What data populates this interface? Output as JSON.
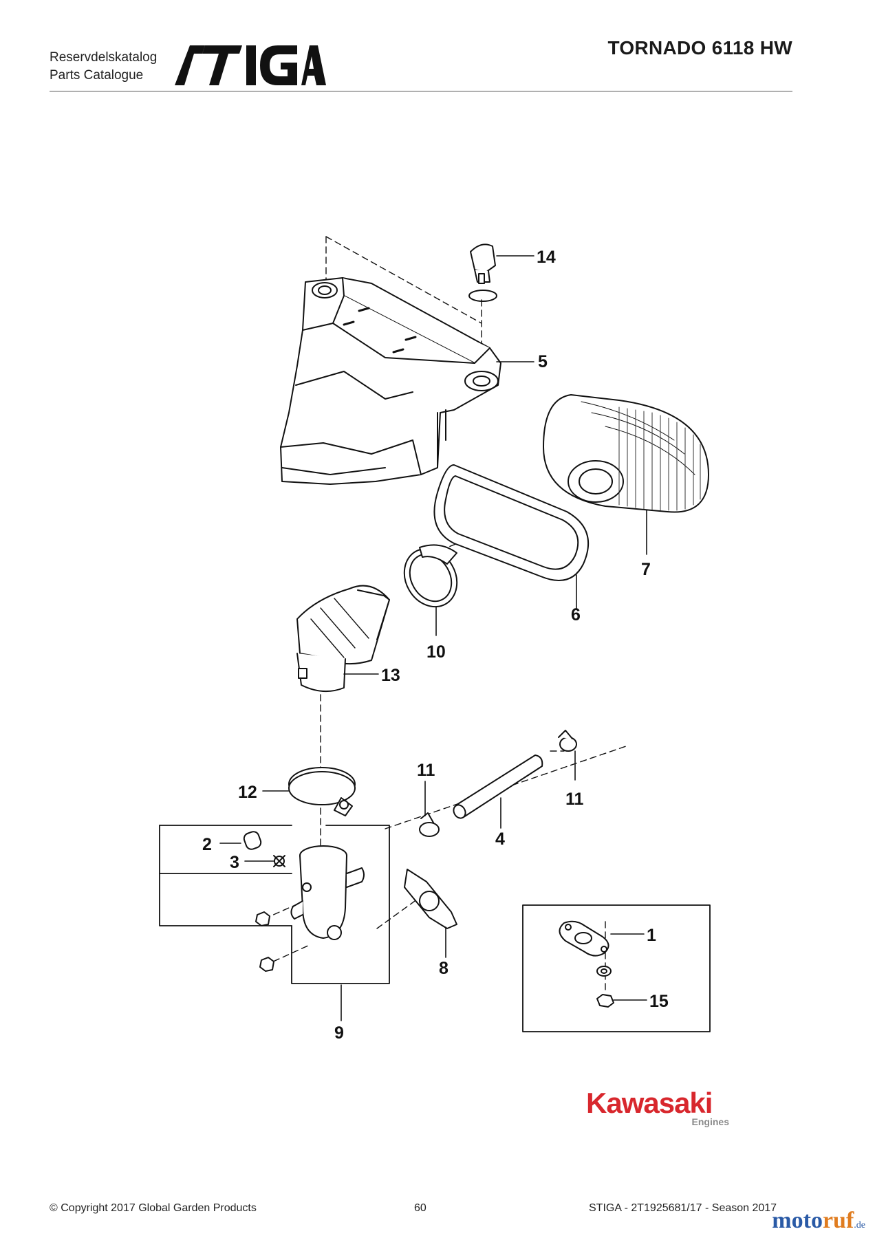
{
  "header": {
    "subtitle_line1": "Reservdelskatalog",
    "subtitle_line2": "Parts Catalogue",
    "brand": "STIGA",
    "model": "TORNADO 6118 HW"
  },
  "callouts": {
    "c1": "1",
    "c2": "2",
    "c3": "3",
    "c4": "4",
    "c5": "5",
    "c6": "6",
    "c7": "7",
    "c8": "8",
    "c9": "9",
    "c10": "10",
    "c11a": "11",
    "c11b": "11",
    "c12": "12",
    "c13": "13",
    "c14": "14",
    "c15": "15"
  },
  "logo": {
    "brand": "Kawasaki",
    "sub": "Engines",
    "color": "#d8272d"
  },
  "footer": {
    "copyright": "© Copyright 2017 Global Garden Products",
    "page": "60",
    "doc_ref": "STIGA - 2T1925681/17 - Season 2017"
  },
  "watermark": {
    "part1": "moto",
    "part2": "ruf",
    "part3": ".de"
  }
}
